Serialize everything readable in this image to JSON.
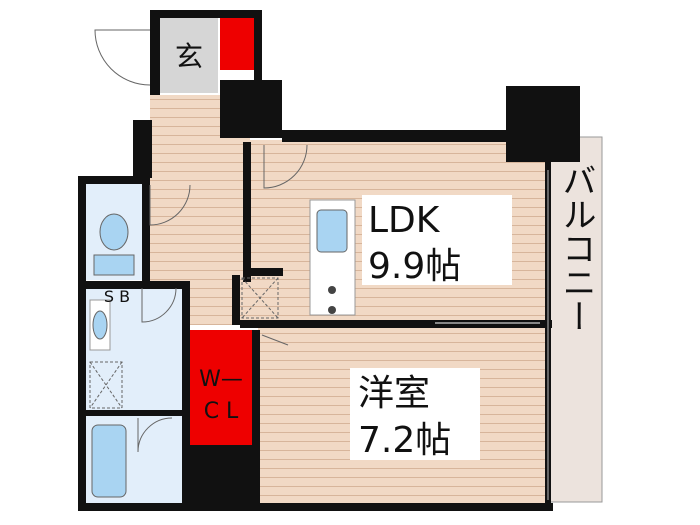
{
  "rooms": {
    "genkan": "玄",
    "ldk_name": "LDK",
    "ldk_size": "9.9帖",
    "western_name": "洋室",
    "western_size": "7.2帖",
    "wcl_top": "W—",
    "wcl_bottom": "C L",
    "sb": "S B",
    "balcony": "バルコニー"
  },
  "colors": {
    "wall": "#111111",
    "floor_wood": "#f1d9c5",
    "floor_line": "#d7b59b",
    "wet_area": "#e2eefa",
    "storage_red": "#ee0000",
    "entrance": "#d6d6d6",
    "balcony": "#ece3dd",
    "fixture": "#a9d4f2"
  }
}
